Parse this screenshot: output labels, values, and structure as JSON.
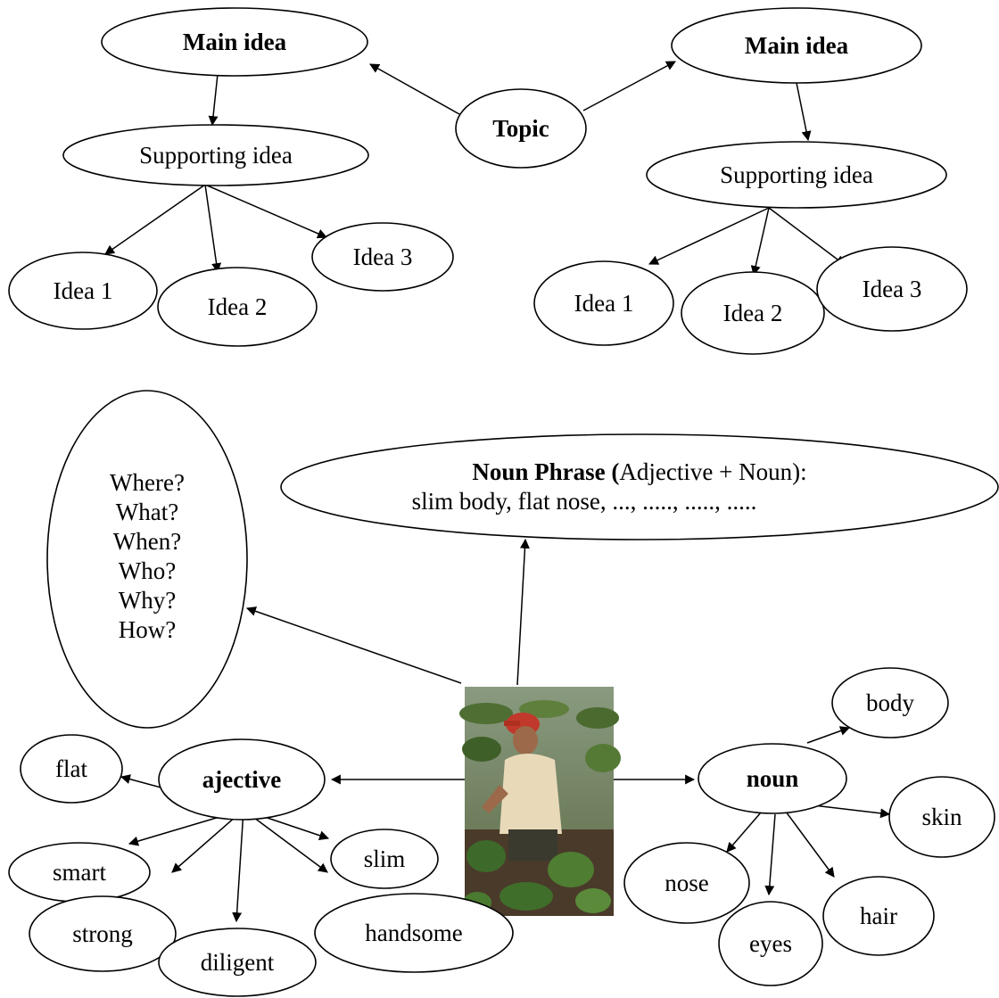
{
  "top_left": {
    "main": "Main idea",
    "supporting": "Supporting idea",
    "ideas": [
      "Idea 1",
      "Idea 2",
      "Idea 3"
    ]
  },
  "topic": "Topic",
  "top_right": {
    "main": "Main idea",
    "supporting": "Supporting idea",
    "ideas": [
      "Idea 1",
      "Idea 2",
      "Idea 3"
    ]
  },
  "questions": [
    "Where?",
    "What?",
    "When?",
    "Who?",
    "Why?",
    "How?"
  ],
  "noun_phrase": {
    "bold_title": "Noun Phrase (",
    "title_rest": "Adjective + Noun):",
    "examples": "slim body, flat nose, ..., ....., ....., ....."
  },
  "adjective": {
    "label": "ajective",
    "words": [
      "flat",
      "smart",
      "strong",
      "diligent",
      "handsome",
      "slim"
    ]
  },
  "noun": {
    "label": "noun",
    "words": [
      "body",
      "skin",
      "nose",
      "eyes",
      "hair"
    ]
  },
  "photo": {
    "description": "farmer-in-field-photo"
  }
}
